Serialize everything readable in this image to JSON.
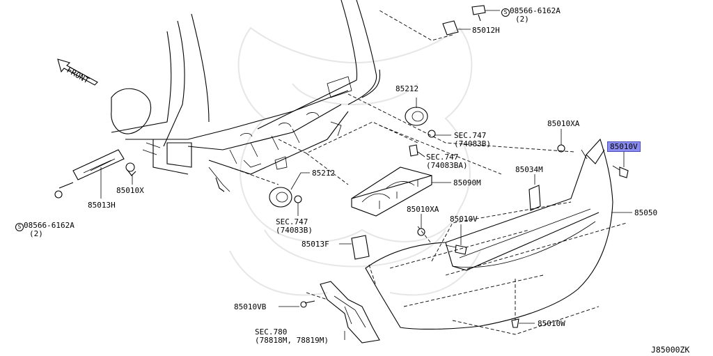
{
  "diagram": {
    "direction_label": "FRONT",
    "footer_code": "J85000ZK",
    "highlight_color": "#8a8cf0",
    "labels": {
      "screw_top": "08566-6162A",
      "screw_top_qty": "(2)",
      "p85012h": "85012H",
      "p85212_top": "85212",
      "sec747_top": "SEC.747",
      "sec747_top_sub": "(74083B)",
      "sec747_mid": "SEC.747",
      "sec747_mid_sub": "(74083BA)",
      "p85010xa_top": "85010XA",
      "p85010v_top": "85010V",
      "p85034m": "85034M",
      "p85212_mid": "85212",
      "p85090m": "85090M",
      "p85010x": "85010X",
      "p85013h": "85013H",
      "screw_left": "08566-6162A",
      "screw_left_qty": "(2)",
      "sec747_low": "SEC.747",
      "sec747_low_sub": "(74083B)",
      "p85010xa_mid": "85010XA",
      "p85010v_mid": "85010V",
      "p85050": "85050",
      "p85013f": "85013F",
      "p85010vb": "85010VB",
      "sec780": "SEC.780",
      "sec780_sub": "(78818M, 78819M)",
      "p85010w": "85010W"
    }
  }
}
